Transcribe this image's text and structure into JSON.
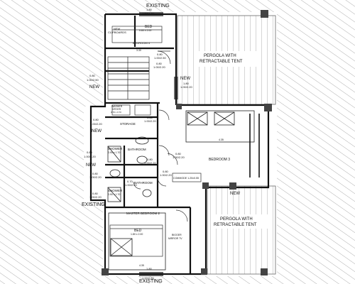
{
  "exterior": {
    "existing_top": "EXISTING",
    "existing_bottom": "EXISTING",
    "existing_left": "EXISTING"
  },
  "pergolas": [
    {
      "line1": "PERGOLA WITH",
      "line2": "RETRACTABLE TENT"
    },
    {
      "line1": "PERGOLA WITH",
      "line2": "RETRACTABLE TENT"
    }
  ],
  "rooms": {
    "bed_small": {
      "label": "BED",
      "size": "0.80 x 2.00"
    },
    "clipboards": {
      "line1": "NEW",
      "line2": "CLIPBOARDS"
    },
    "bedroom4": "BEDROOM 4",
    "washer": {
      "line1": "WASHER",
      "line2": "DRYER",
      "size": "0.70 x 0.70"
    },
    "storage": "STORAGE",
    "shower1": {
      "label": "SHOWER",
      "size": "0.90 x 1.70"
    },
    "bathroom": "BATHROOM",
    "bedroom3": "BEDROOM 3",
    "bathroom2": "BATHROOM",
    "commode": "COMMODE 1.20x0.55",
    "shower2": {
      "label": "SHOWER",
      "size": "0.90 x 1.70"
    },
    "master": "MASTER BEDROOM 2",
    "bed_master": {
      "label": "BED",
      "size": "1.80 x 2.00"
    },
    "bigger_mirror": {
      "line1": "BIGGER",
      "line2": "MIRROR TV"
    }
  },
  "new_tags": {
    "top_right": "NEW",
    "left_upper": "NEW",
    "left_mid": "NEW",
    "left_lower": "NEW",
    "right_mid": "NEW"
  },
  "dims": {
    "top_window": {
      "a": "1.80",
      "b": "1.00/2.20"
    },
    "bottom_window": {
      "a": "1.80",
      "b": "1.00/2.20"
    },
    "w080_top": {
      "a": "0.80",
      "b": "1.00/2.50"
    },
    "w080_mid": {
      "a": "0.80",
      "b": "1.00/2.20"
    },
    "new_right_win": {
      "a": "1.80",
      "b": "1.00/2.20"
    },
    "left_w1": {
      "a": "0.80",
      "b": "1.00/2.50"
    },
    "left_w2": {
      "a": "0.80",
      "b": "1.00/2.20"
    },
    "left_w3": {
      "a": "0.80",
      "b": "1.00/2.20"
    },
    "left_w4": {
      "a": "0.80",
      "b": "1.00/2.20"
    },
    "left_w5": {
      "a": "0.80",
      "b": "1.00/2.20"
    },
    "storage_door": {
      "a": "0.80",
      "b": "1.00/2.20"
    },
    "bath_door": {
      "a": "0.80",
      "b": "1.00/2.20"
    },
    "bed3_door": {
      "a": "0.80",
      "b": "1.00/2.20"
    },
    "hall_door": {
      "a": "0.80",
      "b": "1.00/2.20"
    },
    "bath2_door": {
      "a": "0.70",
      "b": "1.00/2.20"
    },
    "bed4_width": "3.30",
    "bed3_width": "4.35",
    "master_width": "4.35"
  }
}
